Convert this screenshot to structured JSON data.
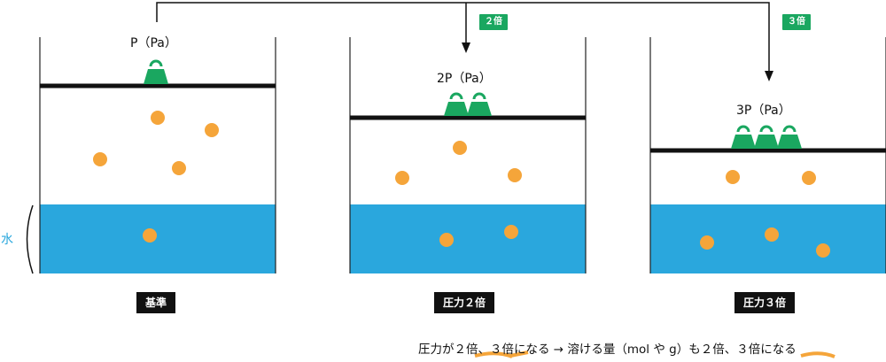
{
  "colors": {
    "water": "#2aa7dd",
    "molecule": "#f5a53a",
    "weight": "#1aa760",
    "piston": "#111111",
    "wall": "#222222",
    "highlight": "#f5a53a"
  },
  "panels": [
    {
      "pressure_label": "P（Pa）",
      "caption": "基準",
      "badge": "",
      "weights": 1,
      "molecules_air": 4,
      "molecules_water": 1
    },
    {
      "pressure_label": "2P（Pa）",
      "caption": "圧力２倍",
      "badge": "２倍",
      "weights": 2,
      "molecules_air": 3,
      "molecules_water": 2
    },
    {
      "pressure_label": "3P（Pa）",
      "caption": "圧力３倍",
      "badge": "３倍",
      "weights": 3,
      "molecules_air": 2,
      "molecules_water": 3
    }
  ],
  "water_label": "水",
  "conclusion": "圧力が２倍、３倍になる → 溶ける量（mol や g）も２倍、３倍になる"
}
